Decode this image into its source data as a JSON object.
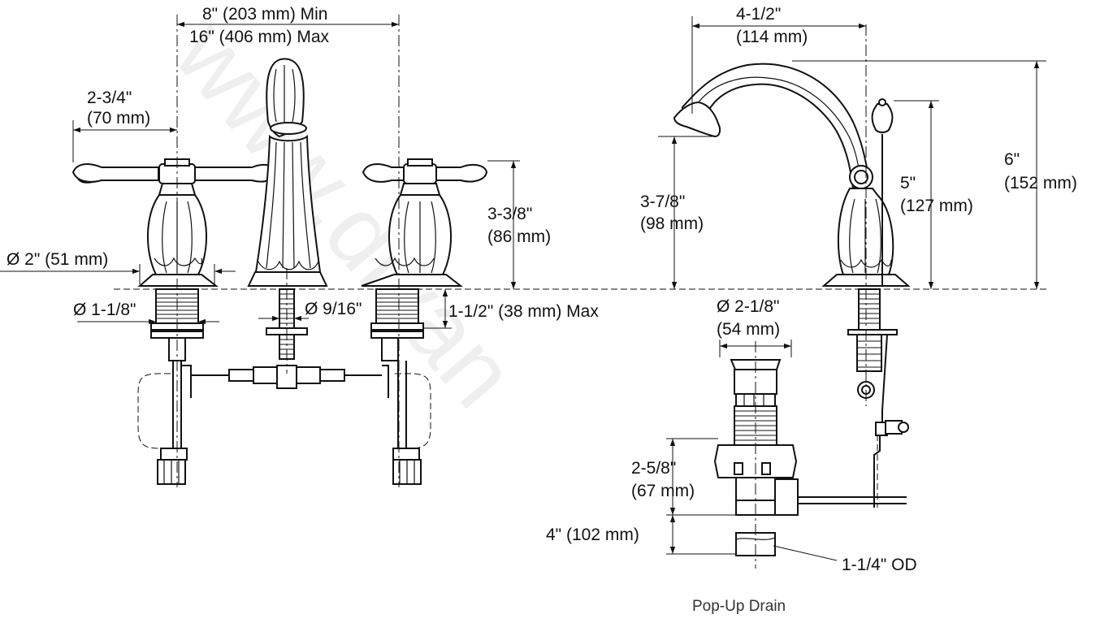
{
  "watermark": "www.divan",
  "caption": "Pop-Up Drain",
  "dimensions": {
    "spread_min": "8\" (203 mm) Min",
    "spread_max": "16\" (406 mm) Max",
    "handle_reach_in": "2-3/4\"",
    "handle_reach_mm": "(70 mm)",
    "base_diameter": "Ø 2\" (51 mm)",
    "shank_diameter": "Ø 1-1/8\"",
    "spout_shank_diameter": "Ø 9/16\"",
    "max_deck": "1-1/2\" (38 mm) Max",
    "handle_height_in": "3-3/8\"",
    "handle_height_mm": "(86 mm)",
    "spout_reach_in": "4-1/2\"",
    "spout_reach_mm": "(114 mm)",
    "spout_clearance_in": "3-7/8\"",
    "spout_clearance_mm": "(98 mm)",
    "lift_rod_height_in": "5\"",
    "lift_rod_height_mm": "(127 mm)",
    "overall_height_in": "6\"",
    "overall_height_mm": "(152 mm)",
    "drain_flange_in": "Ø 2-1/8\"",
    "drain_flange_mm": "(54 mm)",
    "drain_body_in": "2-5/8\"",
    "drain_body_mm": "(67 mm)",
    "tailpiece_length": "4\" (102 mm)",
    "tailpiece_od": "1-1/4\" OD"
  }
}
